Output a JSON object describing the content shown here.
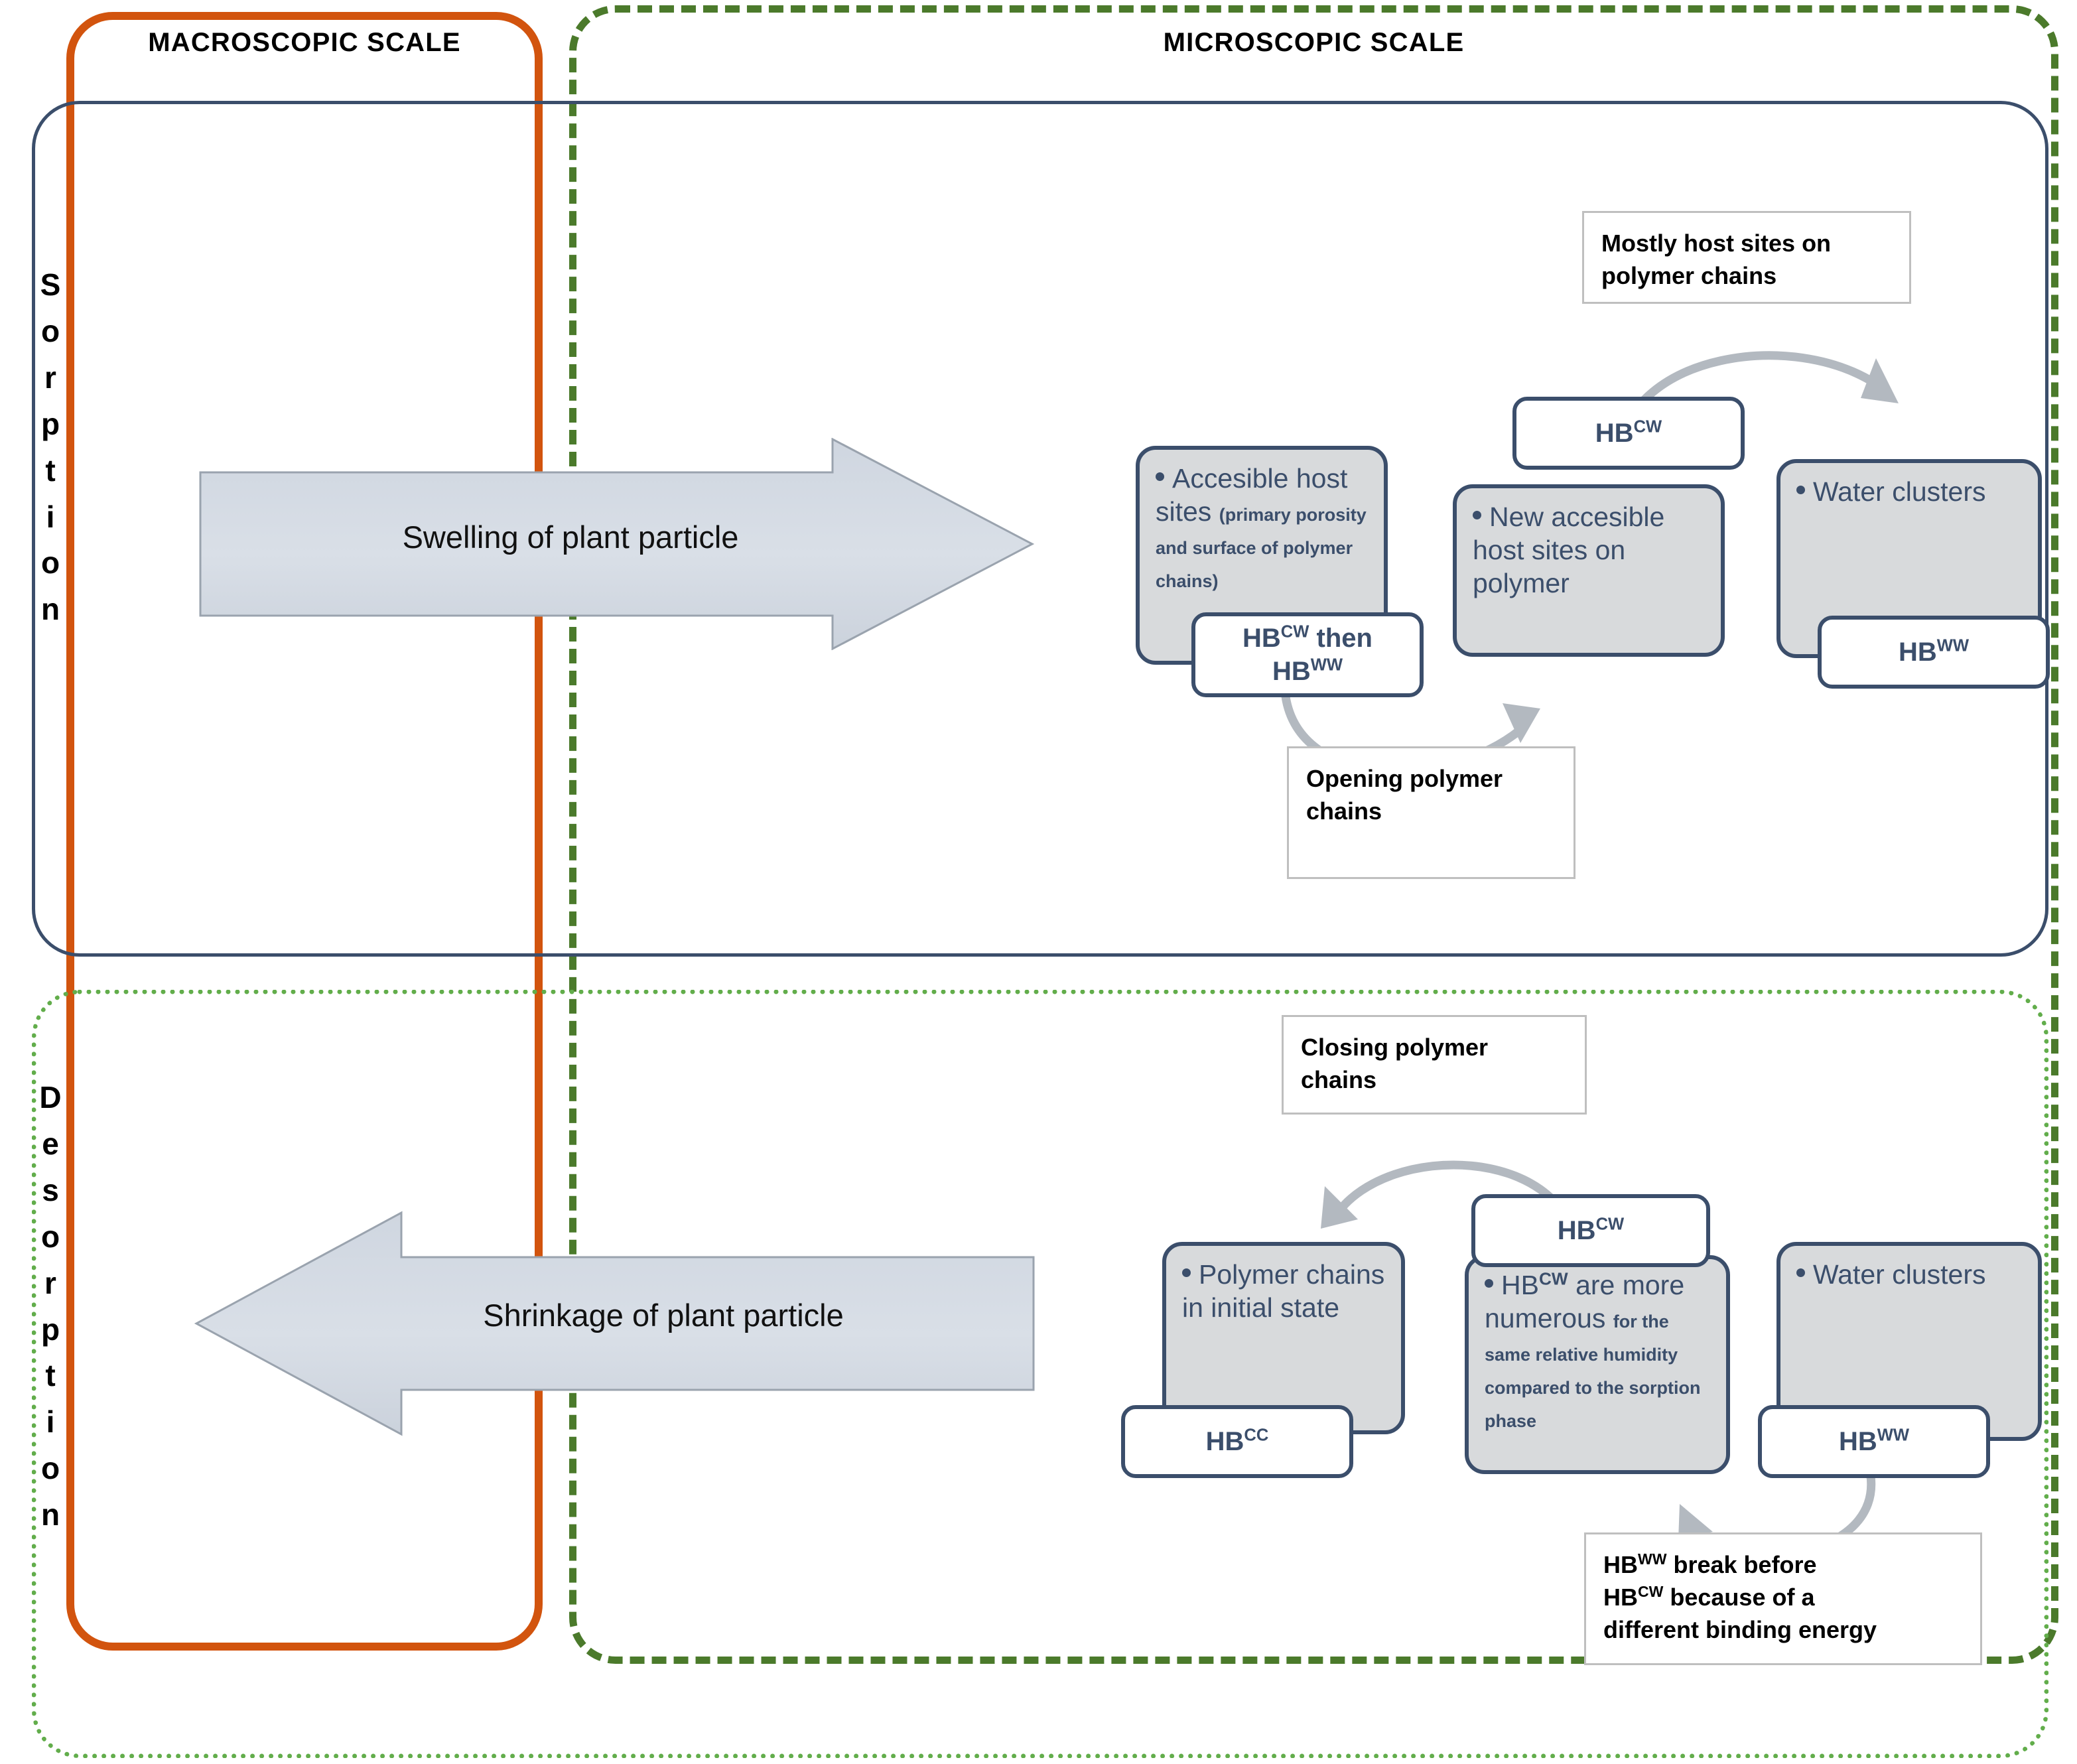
{
  "scales": {
    "macroscopic_title": "MACROSCOPIC SCALE",
    "microscopic_title": "MICROSCOPIC SCALE",
    "macro_border_color": "#D2540E",
    "micro_border_color": "#4B7A2B"
  },
  "panels": {
    "sorption": {
      "label": "Sorption",
      "border_color": "#3B4E6B",
      "macro_arrow_label": "Swelling of plant particle",
      "macro_arrow_direction": "right",
      "micro": {
        "box1": {
          "main": "Accesible host",
          "main2": "sites",
          "detail": "(primary porosity and surface of polymer chains)",
          "hb": "HBCW then HBWW",
          "hb_parts": [
            {
              "base": "HB",
              "sup": "CW",
              "tail": " then"
            },
            {
              "base": "HB",
              "sup": "WW",
              "tail": ""
            }
          ]
        },
        "box2": {
          "main": "New accesible host sites on polymer",
          "hb_base": "HB",
          "hb_sup": "CW"
        },
        "box3": {
          "main": "Water clusters",
          "hb_base": "HB",
          "hb_sup": "WW"
        },
        "caption_top": "Mostly host sites on polymer chains",
        "caption_bottom": "Opening polymer chains"
      }
    },
    "desorption": {
      "label": "Desorption",
      "border_color": "#62AD4B",
      "macro_arrow_label": "Shrinkage of plant particle",
      "macro_arrow_direction": "left",
      "micro": {
        "box1": {
          "main": "Polymer chains in initial state",
          "hb_base": "HB",
          "hb_sup": "CC"
        },
        "box2": {
          "hb_base": "HB",
          "hb_sup": "CW",
          "main_prefix": "HB",
          "main_sup": "CW",
          "main_bold": " are more numerous",
          "main_detail": "for the same relative humidity compared to the sorption phase"
        },
        "box3": {
          "main": "Water clusters",
          "hb_base": "HB",
          "hb_sup": "WW"
        },
        "caption_top": "Closing polymer chains",
        "caption_bottom_line1_a": "HB",
        "caption_bottom_line1_sup": "WW",
        "caption_bottom_line1_b": " break before",
        "caption_bottom_line2_a": "HB",
        "caption_bottom_line2_sup": "CW",
        "caption_bottom_line2_b": " because of a",
        "caption_bottom_line3": "different binding energy"
      }
    }
  },
  "colors": {
    "box_fill": "#D8DADC",
    "box_stroke": "#3B4E6B",
    "arrow_fill": "#D6DCE4",
    "connector": "#B3B9C0",
    "caption_stroke": "#BFBFBF"
  }
}
